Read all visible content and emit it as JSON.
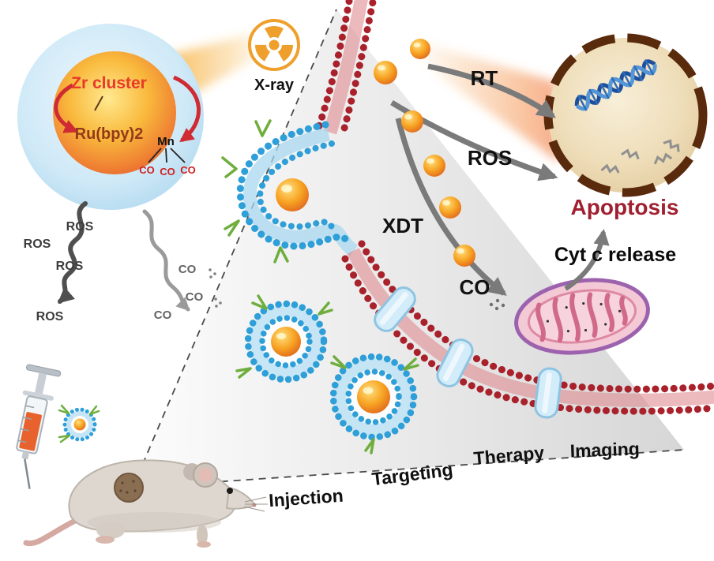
{
  "figure": {
    "description_type": "scientific-mechanism-diagram",
    "palette": {
      "membrane_red": "#a8212b",
      "lipid_blue": "#2e9fd8",
      "np_orange": "#f7941d",
      "xray_orange": "#efa02c",
      "arrow_gray": "#7a7a7a",
      "apoptosis_red": "#a01f30",
      "nucleus_brown": "#5a2a0c",
      "mito_pink": "#f4c9d6",
      "ligand_green": "#6fae3e"
    }
  },
  "nanoparticle": {
    "zr_label": "Zr cluster",
    "ru_label": "Ru(bpy)2",
    "mn_label": "Mn",
    "co_ligands": [
      "CO",
      "CO",
      "CO"
    ]
  },
  "xray": {
    "label": "X-ray"
  },
  "release": {
    "ros": [
      "ROS",
      "ROS",
      "ROS",
      "ROS"
    ],
    "co": [
      "CO",
      "CO",
      "CO"
    ]
  },
  "pathways": {
    "rt": "RT",
    "ros": "ROS",
    "xdt": "XDT",
    "co": "CO"
  },
  "outcomes": {
    "apoptosis": "Apoptosis",
    "cytc": "Cyt c release"
  },
  "stages": [
    "Injection",
    "Targeting",
    "Therapy",
    "Imaging"
  ]
}
